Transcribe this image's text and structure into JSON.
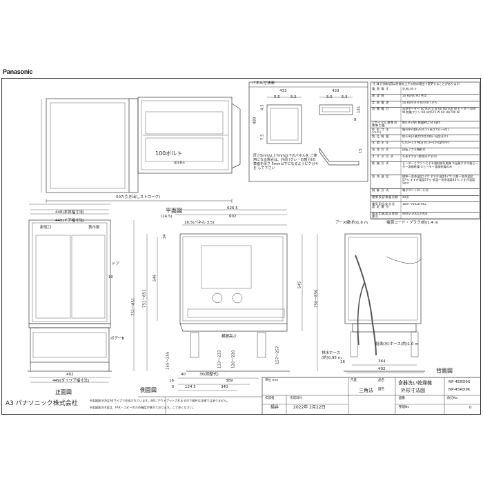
{
  "brand": "Panasonic",
  "views": {
    "plan": {
      "label": "平面図",
      "stroke_label": "507(引き出しストローク)",
      "bolt_label": "100ボルト",
      "bolt_sub": "電圧表示"
    },
    "front": {
      "label": "正面図",
      "w_body": "448(本体幅寸法)",
      "w_door": "445(ドア幅寸法)",
      "w_dial": "449(ダイワア幅寸法)",
      "w_402": "402",
      "door": "ドア",
      "indicator": "表示部",
      "latch": "掛気口",
      "dim_10": "10",
      "body_b": "ボデーB",
      "h_range": "751〜851"
    },
    "side": {
      "label": "側面図",
      "d_626": "626.5",
      "d_602": "602",
      "d_245": "(24.5)",
      "panel": "16.5(パネル 3.5)",
      "h_546": "546",
      "h_545": "545",
      "h_750": "750〜850",
      "h_751": "751〜851",
      "h_34": "34",
      "h_155": "155〜255",
      "h_157": "157〜257",
      "h_120": "120〜220",
      "h_133": "133〜233",
      "foot": "横脚高さ",
      "d_40": "40",
      "d_30": "30(調整代)",
      "d_389": "389",
      "d_1245": "124.5",
      "d_340": "340",
      "d_16": "16",
      "d_5": "5"
    },
    "back": {
      "label": "背面図",
      "earth": "アース線(約)1.6 m",
      "power": "電源コード・プラグ(約)1.4 m",
      "drain": "排水ホース(約)0.95 m",
      "supply": "給湯(水)ホース(約)1.0 m",
      "d_364": "364",
      "d_402": "402",
      "d_16": "16"
    },
    "panel": {
      "title": "パネル寸法表",
      "w433a": "433",
      "w433b": "433",
      "d55a": "5.5",
      "d55b": "5.5",
      "d55c": "5.5",
      "d55d": "5.5",
      "h489": "489",
      "h45": "4.5",
      "h75": "7.5",
      "h141": "141",
      "h8": "8",
      "h15": "15",
      "note": "厚さ5mm以上7mm以下のパネルを ご使用になる場合は、外周 (グレーの部分)の表面を厚さ 5mm以下になるようにケガキを して下さい"
    }
  },
  "spec": {
    "title": "仕 様 (仕様内容は性能向上その他の理由で変更することがあります)",
    "rows": [
      {
        "k": "電 源 電 圧",
        "v": "交流100 V"
      },
      {
        "k": "周 波 数",
        "v": "50 Hz/60 Hz 共用"
      },
      {
        "k": "定 格 電 流",
        "v": "50 Hz/6.8 A  60 Hz/7.0 A"
      },
      {
        "k": "消 費 電 力",
        "v": "洗浄モーター:50 Hz/75 W 60 Hz/100 W ヒーター:600 W 乾燥ファン:50 Hz/675 W 60 Hz/700 W"
      },
      {
        "k": "1サイクル標準消費電力量",
        "v": "約0.9 kWh 乾燥約0.54 kWh"
      },
      {
        "k": "外 形 寸 法 (mm)",
        "v": "幅448×奥行626.5×高さ751〜851"
      },
      {
        "k": "製 品 質 量",
        "v": "約22kg (最大口付き約2 kg含まず)"
      },
      {
        "k": "水 道 水 圧",
        "v": "0.03〜1.0 Mpa (0.3〜10 kgf/cm²)"
      },
      {
        "k": "洗 浄 方 式",
        "v": "回転ノズル噴射式"
      },
      {
        "k": "す す ぎ 方 式",
        "v": "ためすすぎ (節排水すすぎ)"
      },
      {
        "k": "乾 燥 方 式",
        "v": "ヒーターとファンによる強制排気乾燥 ①温風すすぎ後ヒーター温風乾燥 ②ヒーター温風乾燥のみ"
      },
      {
        "k": "洗 浄 温 度",
        "v": "標準—洗浄温度57℃ すすぎ温度67℃ 少量—洗浄温度57℃ すすぎ温度57℃ 低温—洗浄温度45℃ すすぎ温度50℃"
      },
      {
        "k": "制 御 方 式",
        "v": "電子コントロール式"
      },
      {
        "k": "標準収容食器点数",
        "v": "44点"
      },
      {
        "k": "電気用品安全法 認 証 番 号",
        "v": "1607-91028-002"
      },
      {
        "k": "給水用具認証登録番号",
        "v": "W002-20013-003"
      }
    ]
  },
  "title_block": {
    "company": "A3 パナソニック株式会社",
    "note1": "※本図面(A3)はA4サイズで作成されています。B4にアウトプットされますので縮尺は正確ではありません。",
    "note2": "※本図面の内容は、FAX・コピーのため精度が落ちております。ご了承ください。",
    "maker_label": "作成者",
    "maker": "福井",
    "date_label": "作成日付",
    "date": "2022年 2月22日",
    "scale_label": "尺度",
    "scale": "三角法",
    "name_label": "品名",
    "name": "食器洗い乾燥機",
    "title_label": "図名",
    "title": "外形寸法図",
    "model1": "NP-45RD9S",
    "model2": "NP-45RD9K",
    "edition_label": "改訂No",
    "edition": "0",
    "drawing_no_label": "図番",
    "regno_label": "整理No",
    "unit": "単位 mm"
  }
}
